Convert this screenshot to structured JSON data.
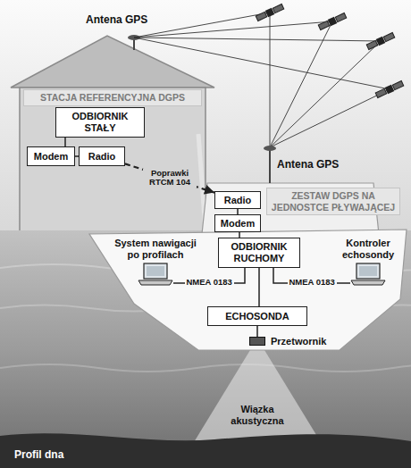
{
  "diagram": {
    "nodes": [
      {
        "text": [
          "STACJA REFERENCYJNA DGPS"
        ]
      },
      {
        "text": [
          "ODBIORNIK STAŁY"
        ],
        "in": 0
      },
      {
        "text": [
          "Modem"
        ],
        "in": 0
      },
      {
        "text": [
          "Radio"
        ],
        "in": 0
      },
      {
        "text": [
          "ZESTAW DGPS NA JEDNOSTCE PŁYWAJĄCEJ"
        ]
      },
      {
        "text": [
          "Radio"
        ],
        "in": 4
      },
      {
        "text": [
          "Modem"
        ],
        "in": 4
      },
      {
        "text": [
          "System nawigacji po profilach"
        ],
        "in": 4
      },
      {
        "text": [
          "ODBIORNIK RUCHOMY"
        ],
        "in": 4
      },
      {
        "text": [
          "Kontroler echosondy"
        ],
        "in": 4
      },
      {
        "text": [
          "ECHOSONDA"
        ],
        "in": 4
      },
      {
        "text": [
          "Przetwornik"
        ]
      }
    ],
    "edges": [
      {
        "from": 1,
        "to": 2,
        "arrow": "none"
      },
      {
        "from": 2,
        "to": 3,
        "arrow": "none"
      },
      {
        "from": 3,
        "to": 5,
        "label": "Poprawki RTCM 104",
        "arrow": "to"
      },
      {
        "from": 5,
        "to": 6,
        "arrow": "none"
      },
      {
        "from": 6,
        "to": 8,
        "arrow": "none"
      },
      {
        "from": 8,
        "to": 7,
        "label": "NMEA 0183",
        "arrow": "none"
      },
      {
        "from": 8,
        "to": 9,
        "label": "NMEA 0183",
        "arrow": "none"
      },
      {
        "from": 8,
        "to": 10,
        "arrow": "none"
      },
      {
        "from": 10,
        "to": 11,
        "arrow": "none"
      }
    ],
    "labels": [
      "Antena GPS",
      "Antena GPS",
      "Wiązka akustyczna",
      "Profil dna"
    ]
  }
}
